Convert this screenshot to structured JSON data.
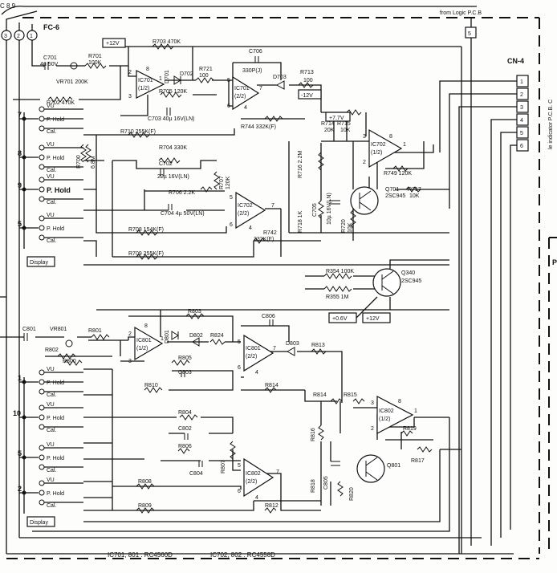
{
  "header": {
    "top_left": "C 8,9",
    "fc_label": "FC-6",
    "fc_pins": [
      "3",
      "2",
      "1"
    ],
    "from_logic": "from Logic P.C.B",
    "logic_pin": "5"
  },
  "connector": {
    "label": "CN-4",
    "pins": [
      "1",
      "2",
      "3",
      "4",
      "5",
      "6"
    ],
    "side_text": "le indicator P.C.B. C"
  },
  "upper": {
    "ic701a": {
      "name": "IC701",
      "half": "(1/2)",
      "pin_plus": "3",
      "pin_minus": "2",
      "pin_out": "1",
      "pin_v": "8"
    },
    "ic701b": {
      "name": "IC701",
      "half": "(2/2)",
      "pin_plus": "5",
      "pin_minus": "6",
      "pin_out": "7",
      "pin_v": "4"
    },
    "ic702a": {
      "name": "IC702",
      "half": "(1/2)",
      "pin_plus": "3",
      "pin_minus": "2",
      "pin_out": "1",
      "pin_v": "8"
    },
    "ic702b": {
      "name": "IC702",
      "half": "(2/2)",
      "pin_plus": "5",
      "pin_minus": "6",
      "pin_out": "7",
      "pin_v": "4"
    },
    "c701": "C701",
    "c701_val": "4µ 50V",
    "r701": "R701",
    "r701_val": "100K",
    "vr701": "VR701 200K",
    "r702": "R702 470K",
    "r703": "R703 470K",
    "d701": "D701",
    "d702": "D702",
    "r721": "R721",
    "r721_val": "100",
    "c706": "C706",
    "c706_val": "330P(J)",
    "d703": "D703",
    "r713": "R713",
    "r713_val": "100",
    "v12a": "+12V",
    "v12b": "-12V",
    "v77": "+7.7V",
    "r705": "R705 120K",
    "c703": "C703 40µ 16V(LN)",
    "r744": "R744 332K(F)",
    "r710": "R710 255K(F)",
    "r704": "R704 330K",
    "c702": "C702",
    "c702_val": "22µ    16V(LN)",
    "r706": "R706 2.2K",
    "r707": "R707",
    "r707_val": "120K",
    "c704": "C704 4µ 50V(LN)",
    "r708": "R708 154K(F)",
    "r709": "R709 255K(F)",
    "r742": "R742",
    "r742_val": "332K(F)",
    "r714": "R714",
    "r714_val": "20K",
    "r715": "R715",
    "r715_val": "10K",
    "r716": "R716 2.2M",
    "r718": "R718 1K",
    "c705": "C705",
    "c705_val": "10µ 16V(LN)",
    "r720": "R720",
    "r720_val": "10K",
    "r749": "R749 120K",
    "q701": "Q701",
    "q701_val": "2SC945",
    "r717": "R717",
    "r717_val": "10K",
    "r700": "R700",
    "r700_val": "6.8M"
  },
  "switch_upper": {
    "g7": {
      "num": "7",
      "vu": "VU",
      "ph": "P. Hold",
      "cal": "Cal."
    },
    "g8": {
      "num": "8",
      "vu": "VU",
      "ph": "P. Hold",
      "cal": "Cal."
    },
    "g9": {
      "num": "9",
      "vu": "VU",
      "ph": "P. Hold",
      "cal": "Cal."
    },
    "g5": {
      "num": "5",
      "vu": "VU",
      "ph": "P. Hold",
      "cal": "Cal."
    },
    "display": "Display"
  },
  "middle": {
    "r354": "R354 100K",
    "r355": "R355 1M",
    "q340": "Q340",
    "q340_val": "2SC945",
    "v06": "+0.6V",
    "v12": "+12V"
  },
  "lower": {
    "ic801a": {
      "name": "IC801",
      "half": "(1/2)",
      "pin_plus": "3",
      "pin_minus": "2",
      "pin_out": "1",
      "pin_v": "8"
    },
    "ic801b": {
      "name": "IC801",
      "half": "(2/2)",
      "pin_plus": "5",
      "pin_minus": "6",
      "pin_out": "7",
      "pin_v": "4"
    },
    "ic802a": {
      "name": "IC802",
      "half": "(1/2)",
      "pin_plus": "3",
      "pin_minus": "2",
      "pin_out": "1",
      "pin_v": "8"
    },
    "ic802b": {
      "name": "IC802",
      "half": "(2/2)",
      "pin_plus": "5",
      "pin_minus": "6",
      "pin_out": "7",
      "pin_v": "4"
    },
    "c801": "C801",
    "vr801": "VR801",
    "r801": "R801",
    "r802": "R802",
    "r800": "R800",
    "r803": "R803",
    "d801": "D801",
    "d802": "D802",
    "r824": "R824",
    "c806": "C806",
    "d803": "D803",
    "r813": "R813",
    "r805": "R805",
    "c803": "C803",
    "r810": "R810",
    "r814a": "R814",
    "r804": "R804",
    "c802": "C802",
    "r806": "R806",
    "r807": "R807",
    "c804": "C804",
    "r808": "R808",
    "r809": "R809",
    "r812": "R812",
    "r814b": "R814",
    "r815": "R815",
    "r816": "R816",
    "r818": "R818",
    "c805": "C805",
    "r820": "R820",
    "q801": "Q801",
    "r817": "R817",
    "r819": "R819"
  },
  "switch_lower": {
    "g1": {
      "num": "1",
      "vu": "VU",
      "ph": "P. Hold",
      "cal": "Cal."
    },
    "g10": {
      "num": "10",
      "vu": "VU",
      "ph": "P. Hold",
      "cal": "Cal."
    },
    "g5": {
      "num": "5",
      "vu": "VU",
      "ph": "P. Hold",
      "cal": "Cal."
    },
    "g2": {
      "num": "2",
      "vu": "VU",
      "ph": "P. Hold",
      "cal": "Cal."
    },
    "display": "Display"
  },
  "footer": {
    "left": "IC701, 801  :  RC4560D",
    "right": "IC702, 802  :  RC4558D"
  },
  "edge": {
    "right_partial": "P"
  }
}
